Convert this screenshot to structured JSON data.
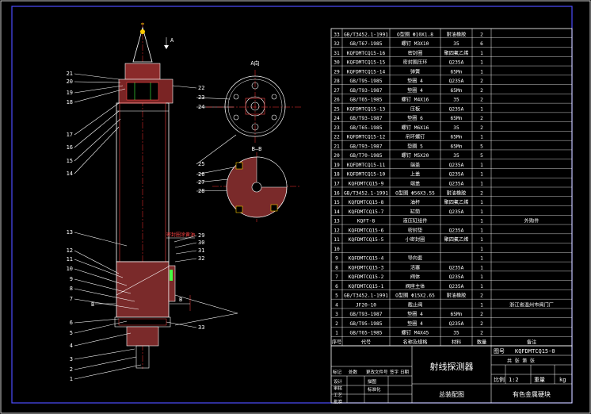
{
  "drawing": {
    "view_label_A": "A向",
    "view_label_Adir": "A",
    "view_label_BB": "B—B",
    "view_label_B_left": "B",
    "view_label_B_right": "B",
    "callout_note": "密封圈涂黄油",
    "left_part_numbers": [
      "21",
      "20",
      "19",
      "18",
      "17",
      "16",
      "15",
      "14",
      "13",
      "12",
      "11",
      "10",
      "9",
      "8",
      "7",
      "6",
      "5",
      "4",
      "3",
      "2",
      "1"
    ],
    "right_part_numbers": [
      "22",
      "23",
      "24",
      "25",
      "26",
      "27",
      "28",
      "29",
      "30",
      "31",
      "32",
      "33"
    ]
  },
  "bom": {
    "rows": [
      {
        "no": "33",
        "code": "GB/T3452.1-1991",
        "name": "O型圈 Φ10X1.8",
        "mat": "耐油橡胶",
        "qty": "2",
        "note": ""
      },
      {
        "no": "32",
        "code": "GB/T67-1985",
        "name": "螺钉 M3X10",
        "mat": "35",
        "qty": "6",
        "note": ""
      },
      {
        "no": "31",
        "code": "KQFDMTCQ15-16",
        "name": "密封圈",
        "mat": "聚四氟乙烯",
        "qty": "1",
        "note": ""
      },
      {
        "no": "30",
        "code": "KQFDMTCQ15-15",
        "name": "密封圈压环",
        "mat": "Q235A",
        "qty": "1",
        "note": ""
      },
      {
        "no": "29",
        "code": "KQFDMTCQ15-14",
        "name": "弹簧",
        "mat": "65Mn",
        "qty": "1",
        "note": ""
      },
      {
        "no": "28",
        "code": "GB/T95-1985",
        "name": "垫圈 4",
        "mat": "Q235A",
        "qty": "2",
        "note": ""
      },
      {
        "no": "27",
        "code": "GB/T93-1987",
        "name": "垫圈 4",
        "mat": "65Mn",
        "qty": "2",
        "note": ""
      },
      {
        "no": "26",
        "code": "GB/T65-1985",
        "name": "螺钉 M4X16",
        "mat": "35",
        "qty": "2",
        "note": ""
      },
      {
        "no": "25",
        "code": "KQFDMTCQ15-13",
        "name": "压板",
        "mat": "Q235A",
        "qty": "1",
        "note": ""
      },
      {
        "no": "24",
        "code": "GB/T93-1987",
        "name": "垫圈 6",
        "mat": "65Mn",
        "qty": "2",
        "note": ""
      },
      {
        "no": "23",
        "code": "GB/T65-1985",
        "name": "螺钉 M6X16",
        "mat": "35",
        "qty": "2",
        "note": ""
      },
      {
        "no": "22",
        "code": "KQFDMTCQ15-12",
        "name": "吊环螺钉",
        "mat": "65Mn",
        "qty": "1",
        "note": ""
      },
      {
        "no": "21",
        "code": "GB/T93-1987",
        "name": "垫圈 5",
        "mat": "65Mn",
        "qty": "5",
        "note": ""
      },
      {
        "no": "20",
        "code": "GB/T70-1985",
        "name": "螺钉 M5X20",
        "mat": "35",
        "qty": "5",
        "note": ""
      },
      {
        "no": "19",
        "code": "KQFDMTCQ15-11",
        "name": "端盖",
        "mat": "Q235A",
        "qty": "1",
        "note": ""
      },
      {
        "no": "18",
        "code": "KQFDMTCQ15-10",
        "name": "上盖",
        "mat": "Q235A",
        "qty": "1",
        "note": ""
      },
      {
        "no": "17",
        "code": "KQFDMTCQ15-9",
        "name": "端盖",
        "mat": "Q235A",
        "qty": "1",
        "note": ""
      },
      {
        "no": "16",
        "code": "GB/T3452.1-1991",
        "name": "O型圈 Φ56X3.55",
        "mat": "耐油橡胶",
        "qty": "2",
        "note": ""
      },
      {
        "no": "15",
        "code": "KQFDMTCQ15-8",
        "name": "油杯",
        "mat": "聚四氟乙烯",
        "qty": "1",
        "note": ""
      },
      {
        "no": "14",
        "code": "KQFDMTCQ15-7",
        "name": "缸筒",
        "mat": "Q235A",
        "qty": "1",
        "note": ""
      },
      {
        "no": "13",
        "code": "KQFT-8",
        "name": "液压缸组件",
        "mat": "",
        "qty": "1",
        "note": "外购件"
      },
      {
        "no": "12",
        "code": "KQFDMTCQ15-6",
        "name": "密封垫",
        "mat": "Q235A",
        "qty": "1",
        "note": ""
      },
      {
        "no": "11",
        "code": "KQFDMTCQ15-5",
        "name": "小密封圈",
        "mat": "聚四氟乙烯",
        "qty": "1",
        "note": ""
      },
      {
        "no": "10",
        "code": "",
        "name": "",
        "mat": "",
        "qty": "1",
        "note": ""
      },
      {
        "no": "9",
        "code": "KQFDMTCQ15-4",
        "name": "导向套",
        "mat": "",
        "qty": "1",
        "note": ""
      },
      {
        "no": "8",
        "code": "KQFDMTCQ15-3",
        "name": "活塞",
        "mat": "Q235A",
        "qty": "1",
        "note": ""
      },
      {
        "no": "7",
        "code": "KQFDMTCQ15-2",
        "name": "阀体",
        "mat": "Q235A",
        "qty": "1",
        "note": ""
      },
      {
        "no": "6",
        "code": "KQFDMTCQ15-1",
        "name": "阀座主体",
        "mat": "Q235A",
        "qty": "1",
        "note": ""
      },
      {
        "no": "5",
        "code": "GB/T3452.1-1991",
        "name": "O型圈 Φ15X2.65",
        "mat": "耐油橡胶",
        "qty": "2",
        "note": ""
      },
      {
        "no": "4",
        "code": "JF20-10",
        "name": "截止阀",
        "mat": "",
        "qty": "1",
        "note": "浙江省温州市阀门厂"
      },
      {
        "no": "3",
        "code": "GB/T93-1987",
        "name": "垫圈 4",
        "mat": "65Mn",
        "qty": "2",
        "note": ""
      },
      {
        "no": "2",
        "code": "GB/T95-1985",
        "name": "垫圈 4",
        "mat": "Q235A",
        "qty": "2",
        "note": ""
      },
      {
        "no": "1",
        "code": "GB/T65-1985",
        "name": "螺钉 M4X45",
        "mat": "35",
        "qty": "2",
        "note": ""
      }
    ],
    "header": {
      "no": "序号",
      "code": "代号",
      "name": "名称及规格",
      "mat": "材料",
      "qty": "数量",
      "note": "备注"
    }
  },
  "title_block": {
    "drawing_name": "射线探测器",
    "drawing_no_label": "图号",
    "drawing_no": "KQFDMTCQ15-0",
    "scale_label": "比例",
    "scale": "1:2",
    "weight_label": "重量",
    "weight_unit": "kg",
    "sheet_label": "共 张 第 张",
    "company": "有色金属硬块",
    "assembly": "总装配图",
    "rows_left": [
      "设计",
      "审核",
      "工艺",
      "批准"
    ],
    "rows_left2": [
      "标记",
      "处数",
      "更改文件号",
      "签字",
      "日期"
    ],
    "rows_left3": [
      "描图",
      "标准化"
    ]
  }
}
